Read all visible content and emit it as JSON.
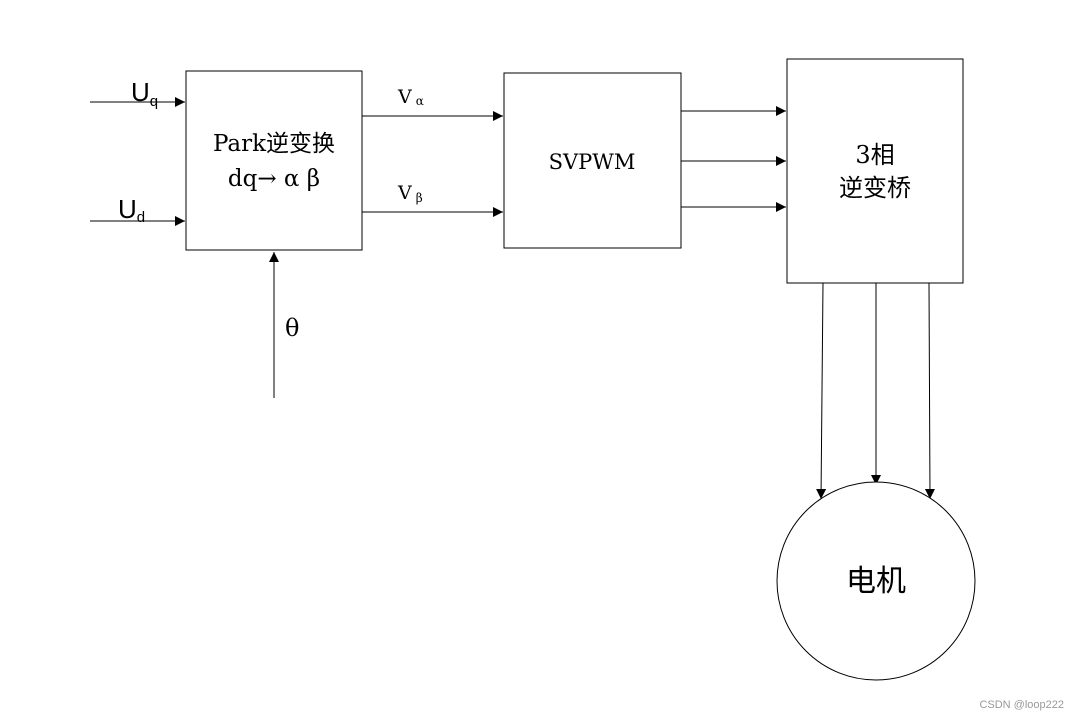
{
  "inputs": {
    "uq": {
      "main": "U",
      "sub": "q"
    },
    "ud": {
      "main": "U",
      "sub": "d"
    },
    "theta": "θ"
  },
  "blocks": {
    "park": {
      "line1": "Park逆变换",
      "line2": "dq→ α  β"
    },
    "svpwm": {
      "label": "SVPWM"
    },
    "bridge": {
      "line1": "3相",
      "line2": "逆变桥"
    },
    "motor": {
      "label": "电机"
    }
  },
  "signals": {
    "valpha": {
      "main": "V",
      "sub": "α"
    },
    "vbeta": {
      "main": "V",
      "sub": "β"
    }
  },
  "watermark": "CSDN @loop222",
  "colors": {
    "theta": "#1aa34a",
    "stroke": "#000000"
  }
}
